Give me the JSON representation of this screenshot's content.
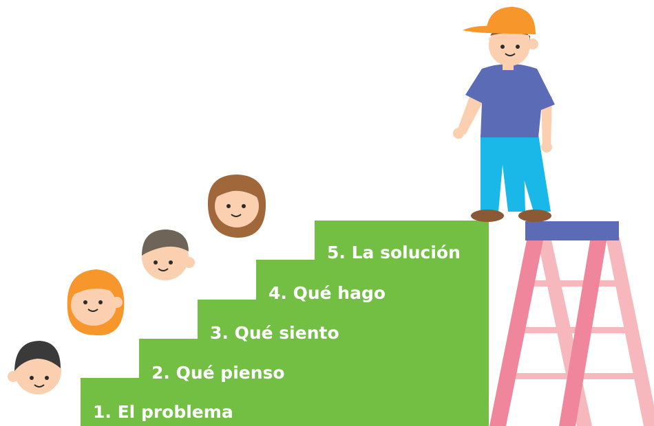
{
  "colors": {
    "step_green": "#72bf44",
    "ladder_pink": "#f0869c",
    "ladder_light_pink": "#f7b8bd",
    "ladder_top": "#5b6bb5",
    "cap_orange": "#f7962b",
    "shirt_blue": "#5b6bb5",
    "pants_cyan": "#19b8e8",
    "skin": "#fbd0b0",
    "hair_dark": "#3a3a3a",
    "hair_orange": "#f7962b",
    "hair_gray": "#6e6558",
    "hair_brown": "#a0673a",
    "shoe_brown": "#8a5a36"
  },
  "steps": [
    {
      "label": "1. El problema"
    },
    {
      "label": "2. Qué pienso"
    },
    {
      "label": "3. Qué siento"
    },
    {
      "label": "4. Qué hago"
    },
    {
      "label": "5. La solución"
    }
  ]
}
